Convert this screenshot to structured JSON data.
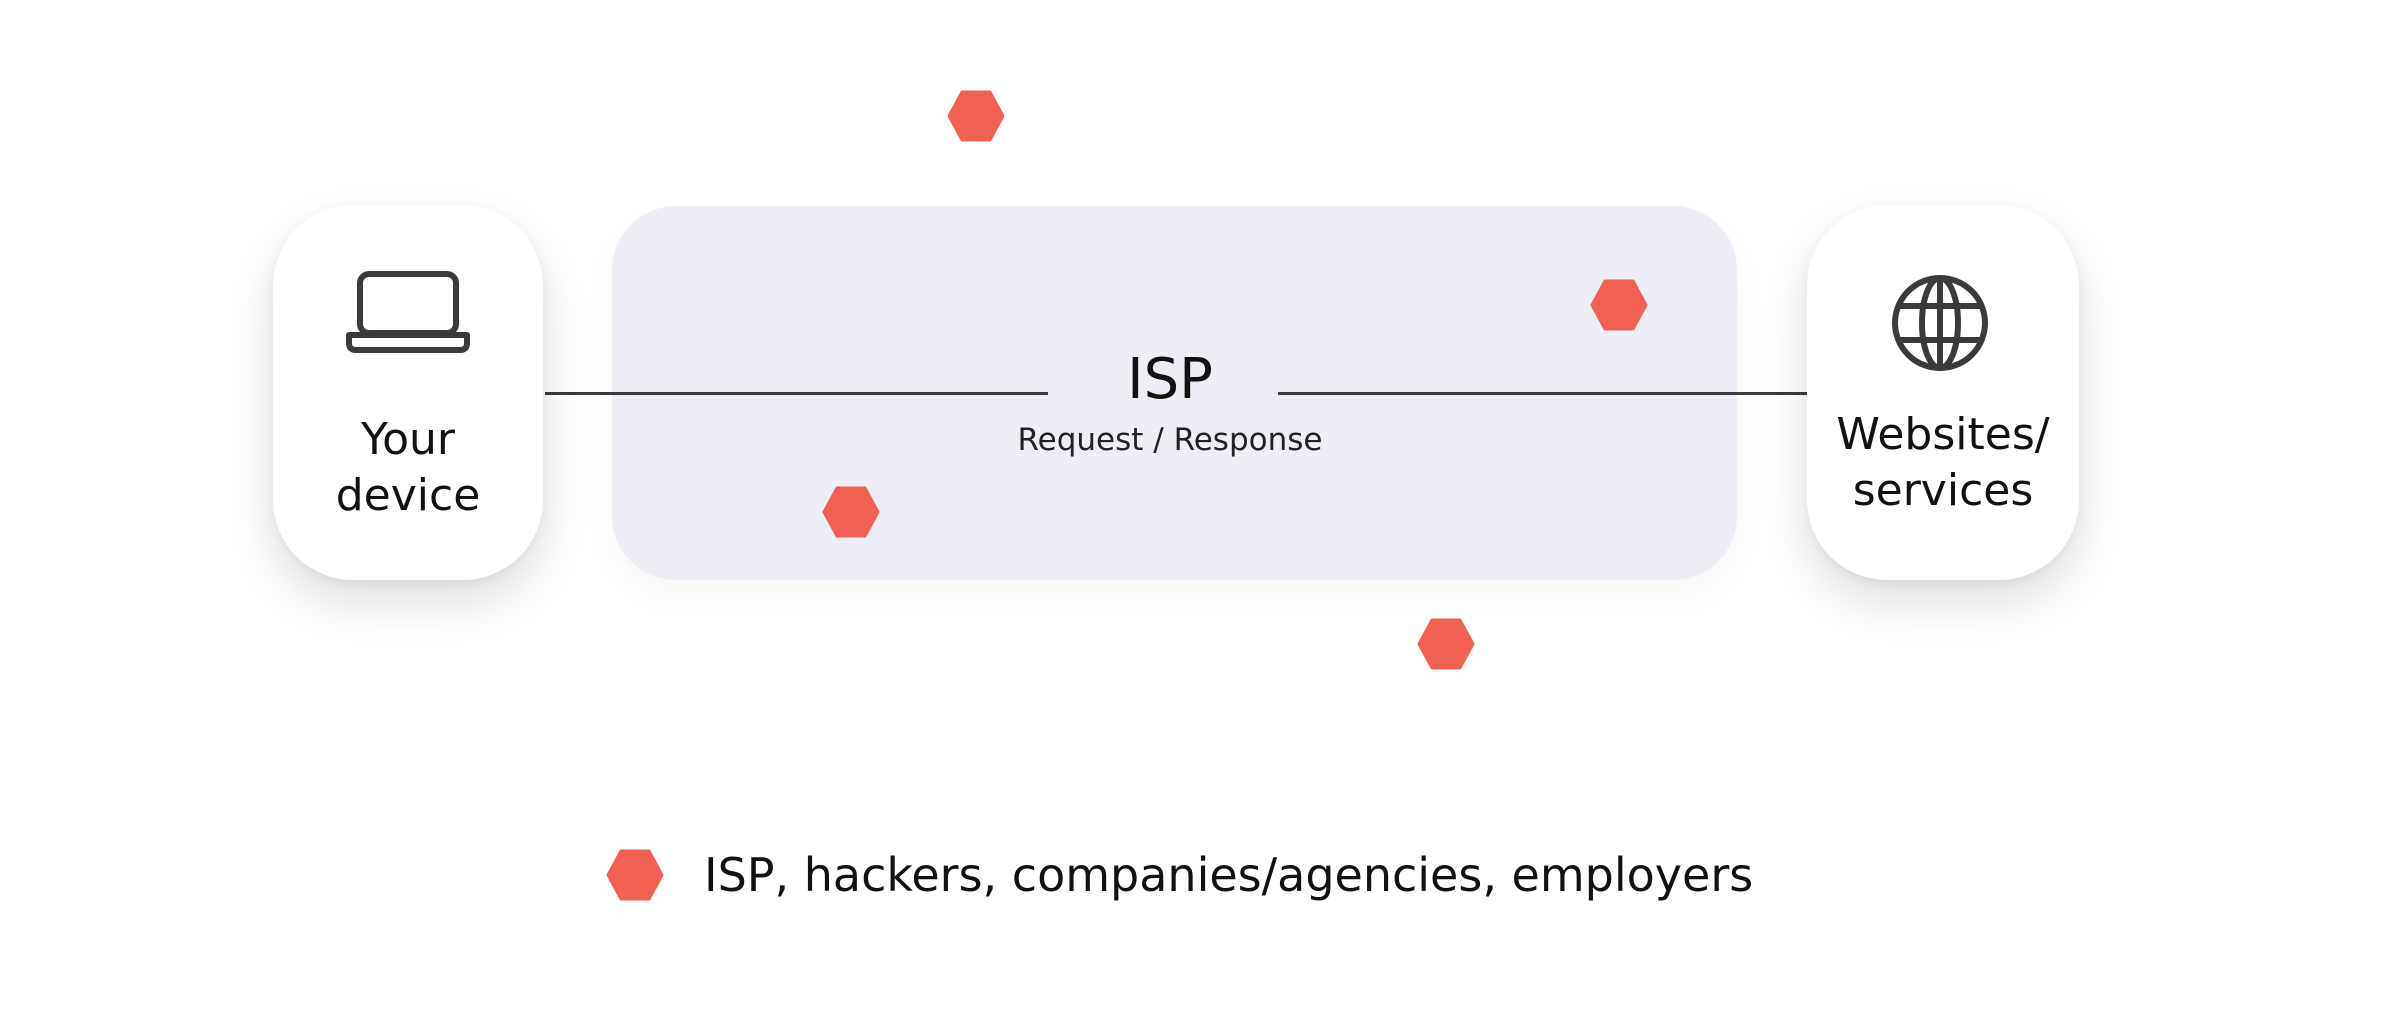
{
  "diagram": {
    "device_card": {
      "label": "Your\ndevice",
      "icon": "laptop-icon"
    },
    "isp_panel": {
      "title": "ISP",
      "subtitle": "Request / Response"
    },
    "services_card": {
      "label": "Websites/\nservices",
      "icon": "globe-icon"
    },
    "observer_marker": {
      "icon": "hexagon-icon",
      "color": "#f16152"
    },
    "legend": {
      "text": "ISP, hackers, companies/agencies, employers"
    }
  },
  "colors": {
    "panel": "#eeeff6",
    "line": "#3b3b3b",
    "icon": "#3b3b3b",
    "marker": "#f16152"
  }
}
